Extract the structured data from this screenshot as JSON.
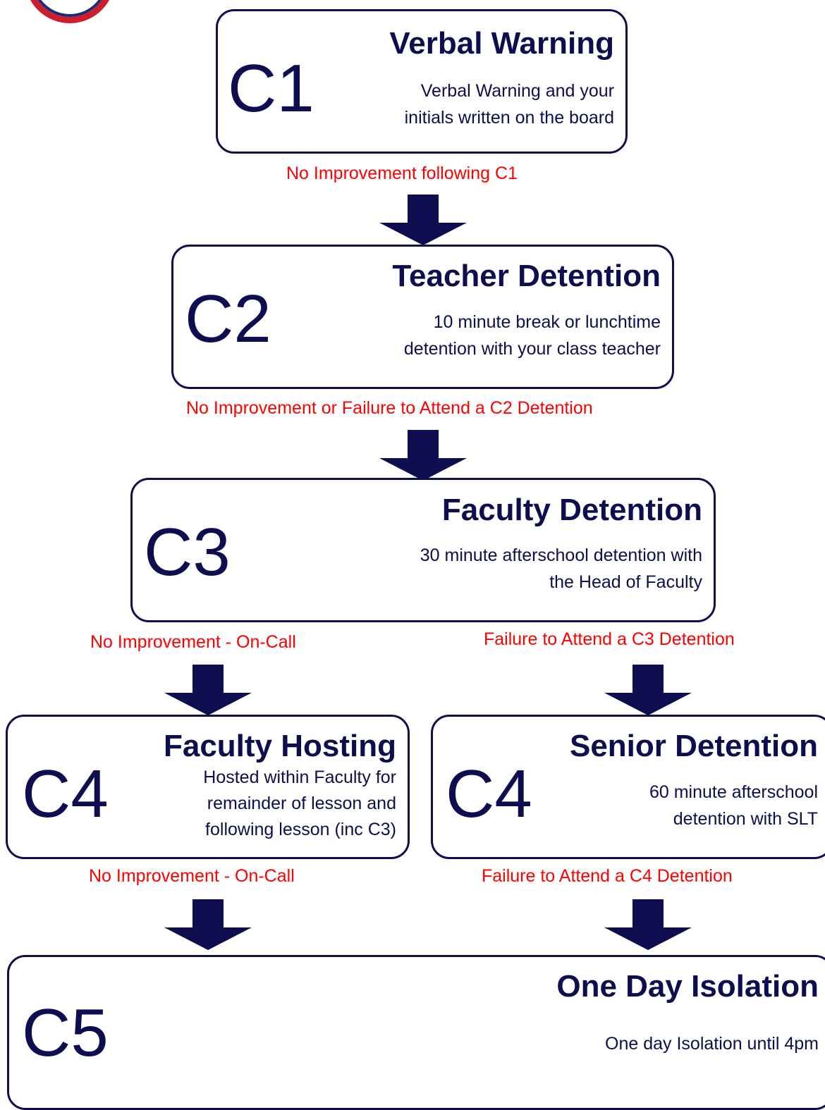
{
  "colors": {
    "box_border": "#0d0d4f",
    "text": "#0d0d4f",
    "condition": "#ff0000",
    "arrow": "#0d0d4f"
  },
  "stages": {
    "c1": {
      "code": "C1",
      "title": "Verbal Warning",
      "lines": [
        "Verbal Warning and your",
        "initials written on the board"
      ]
    },
    "c2": {
      "code": "C2",
      "title": "Teacher Detention",
      "lines": [
        "10 minute break or lunchtime",
        "detention with your class teacher"
      ]
    },
    "c3": {
      "code": "C3",
      "title": "Faculty Detention",
      "lines": [
        "30 minute afterschool detention with",
        "the Head of Faculty"
      ]
    },
    "c4_hosting": {
      "code": "C4",
      "title": "Faculty Hosting",
      "lines": [
        "Hosted within Faculty for",
        "remainder of lesson and",
        "following lesson (inc C3)"
      ]
    },
    "c4_senior": {
      "code": "C4",
      "title": "Senior Detention",
      "lines": [
        "60 minute afterschool",
        "detention with SLT"
      ]
    },
    "c5": {
      "code": "C5",
      "title": "One Day Isolation",
      "lines": [
        "One day Isolation until 4pm"
      ]
    }
  },
  "conditions": {
    "after_c1": "No Improvement following C1",
    "after_c2": "No Improvement or Failure to Attend a C2 Detention",
    "c3_left": "No Improvement - On-Call",
    "c3_right": "Failure to Attend a C3 Detention",
    "c4_left": "No Improvement - On-Call",
    "c4_right": "Failure to Attend a C4 Detention"
  }
}
